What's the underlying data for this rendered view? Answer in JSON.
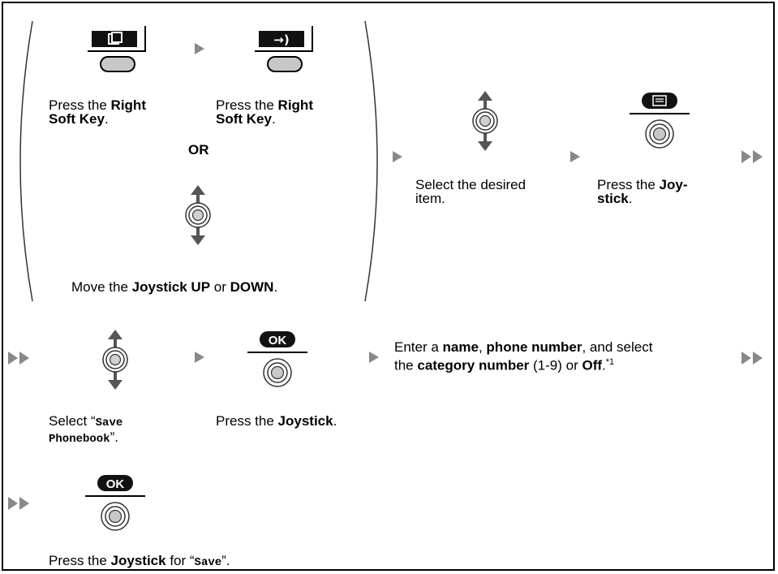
{
  "step1": {
    "right_soft_key_1": {
      "prefix": "Press the ",
      "bold": "Right",
      "bold2": "Soft Key",
      "suffix": "."
    },
    "right_soft_key_2": {
      "prefix": "Press the ",
      "bold": "Right",
      "bold2": "Soft Key",
      "suffix": "."
    },
    "or_label": "OR",
    "move_joystick": {
      "prefix": "Move the ",
      "bold1": "Joystick UP",
      "mid": " or ",
      "bold2": "DOWN",
      "suffix": "."
    }
  },
  "step2": {
    "select_item": {
      "line1": "Select the desired",
      "line2": "item."
    },
    "press_joystick": {
      "prefix": "Press the ",
      "bold1": "Joy-",
      "bold2": "stick",
      "suffix": "."
    }
  },
  "step3": {
    "select_save": {
      "prefix": "Select “",
      "mono1": "Save",
      "mono2": "Phonebook",
      "suffix": "”."
    },
    "press_joystick": {
      "prefix": "Press the ",
      "bold": "Joystick",
      "suffix": "."
    },
    "ok_label": "OK",
    "enter_info": {
      "p1": "Enter a ",
      "b1": "name",
      "p2": ", ",
      "b2": "phone number",
      "p3": ", and select",
      "p4": "the ",
      "b3": "category number",
      "p5": " (1-9) or ",
      "b4": "Off",
      "p6": ".",
      "sup": "*1"
    }
  },
  "step4": {
    "ok_label": "OK",
    "press_joystick_save": {
      "prefix": "Press the ",
      "bold": "Joystick",
      "mid": " for “",
      "mono": "Save",
      "suffix": "”."
    }
  },
  "colors": {
    "key_gray": "#c8c8c8",
    "arrow_gray": "#888888",
    "arrow_dark": "#555555"
  }
}
